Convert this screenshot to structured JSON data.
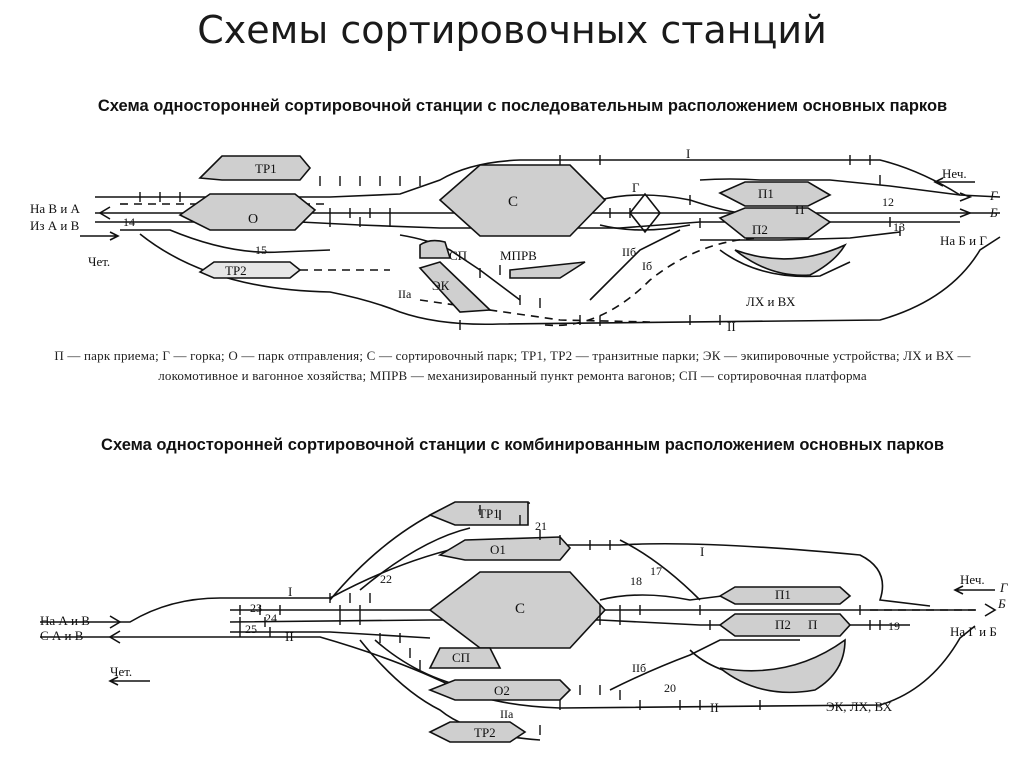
{
  "title": "Схемы сортировочных станций",
  "scheme1": {
    "heading": "Схема односторонней сортировочной станции с последовательным расположением основных парков",
    "labels": {
      "to_v_a": "На В и А",
      "from_a_v": "Из А и В",
      "chet": "Чет.",
      "nech": "Неч.",
      "g": "Г",
      "b": "Б",
      "to_b_g": "На Б и Г",
      "tr1": "ТР1",
      "tr2": "ТР2",
      "o": "О",
      "s": "С",
      "sp": "СП",
      "mprv": "МПРВ",
      "ek": "ЭК",
      "lx_vx": "ЛХ и ВХ",
      "p1": "П1",
      "p": "П",
      "p2": "П2",
      "hump": "Г",
      "track_i": "I",
      "track_ii": "II",
      "track_iia": "IIа",
      "track_ib": "Iб",
      "track_iib": "IIб",
      "n12": "12",
      "n13": "13",
      "n14": "14",
      "n15": "15"
    },
    "legend": "П — парк приема; Г — горка; О — парк отправления; С — сортировочный парк; ТР1, ТР2 — транзитные парки; ЭК — экипировочные устройства; ЛХ и ВХ — локомотивное и вагонное хозяйства; МПРВ — механизированный пункт ремонта вагонов; СП — сортировочная платформа"
  },
  "scheme2": {
    "heading": "Схема односторонней сортировочной станции с комбинированным расположением основных парков",
    "labels": {
      "to_a_v": "На А и В",
      "from_a_v": "С А и В",
      "chet": "Чет.",
      "nech": "Неч.",
      "g": "Г",
      "b": "Б",
      "to_g_b": "На Г и Б",
      "tr1": "ТР1",
      "tr2": "ТР2",
      "o1": "О1",
      "o2": "О2",
      "s": "С",
      "sp": "СП",
      "p1": "П1",
      "p2": "П2",
      "p": "П",
      "ek_lx_vx": "ЭК, ЛХ, ВХ",
      "track_i": "I",
      "track_ii": "II",
      "track_iia": "IIа",
      "track_iib": "IIб",
      "n17": "17",
      "n18": "18",
      "n19": "19",
      "n20": "20",
      "n21": "21",
      "n22": "22",
      "n23": "23",
      "n24": "24",
      "n25": "25"
    }
  }
}
